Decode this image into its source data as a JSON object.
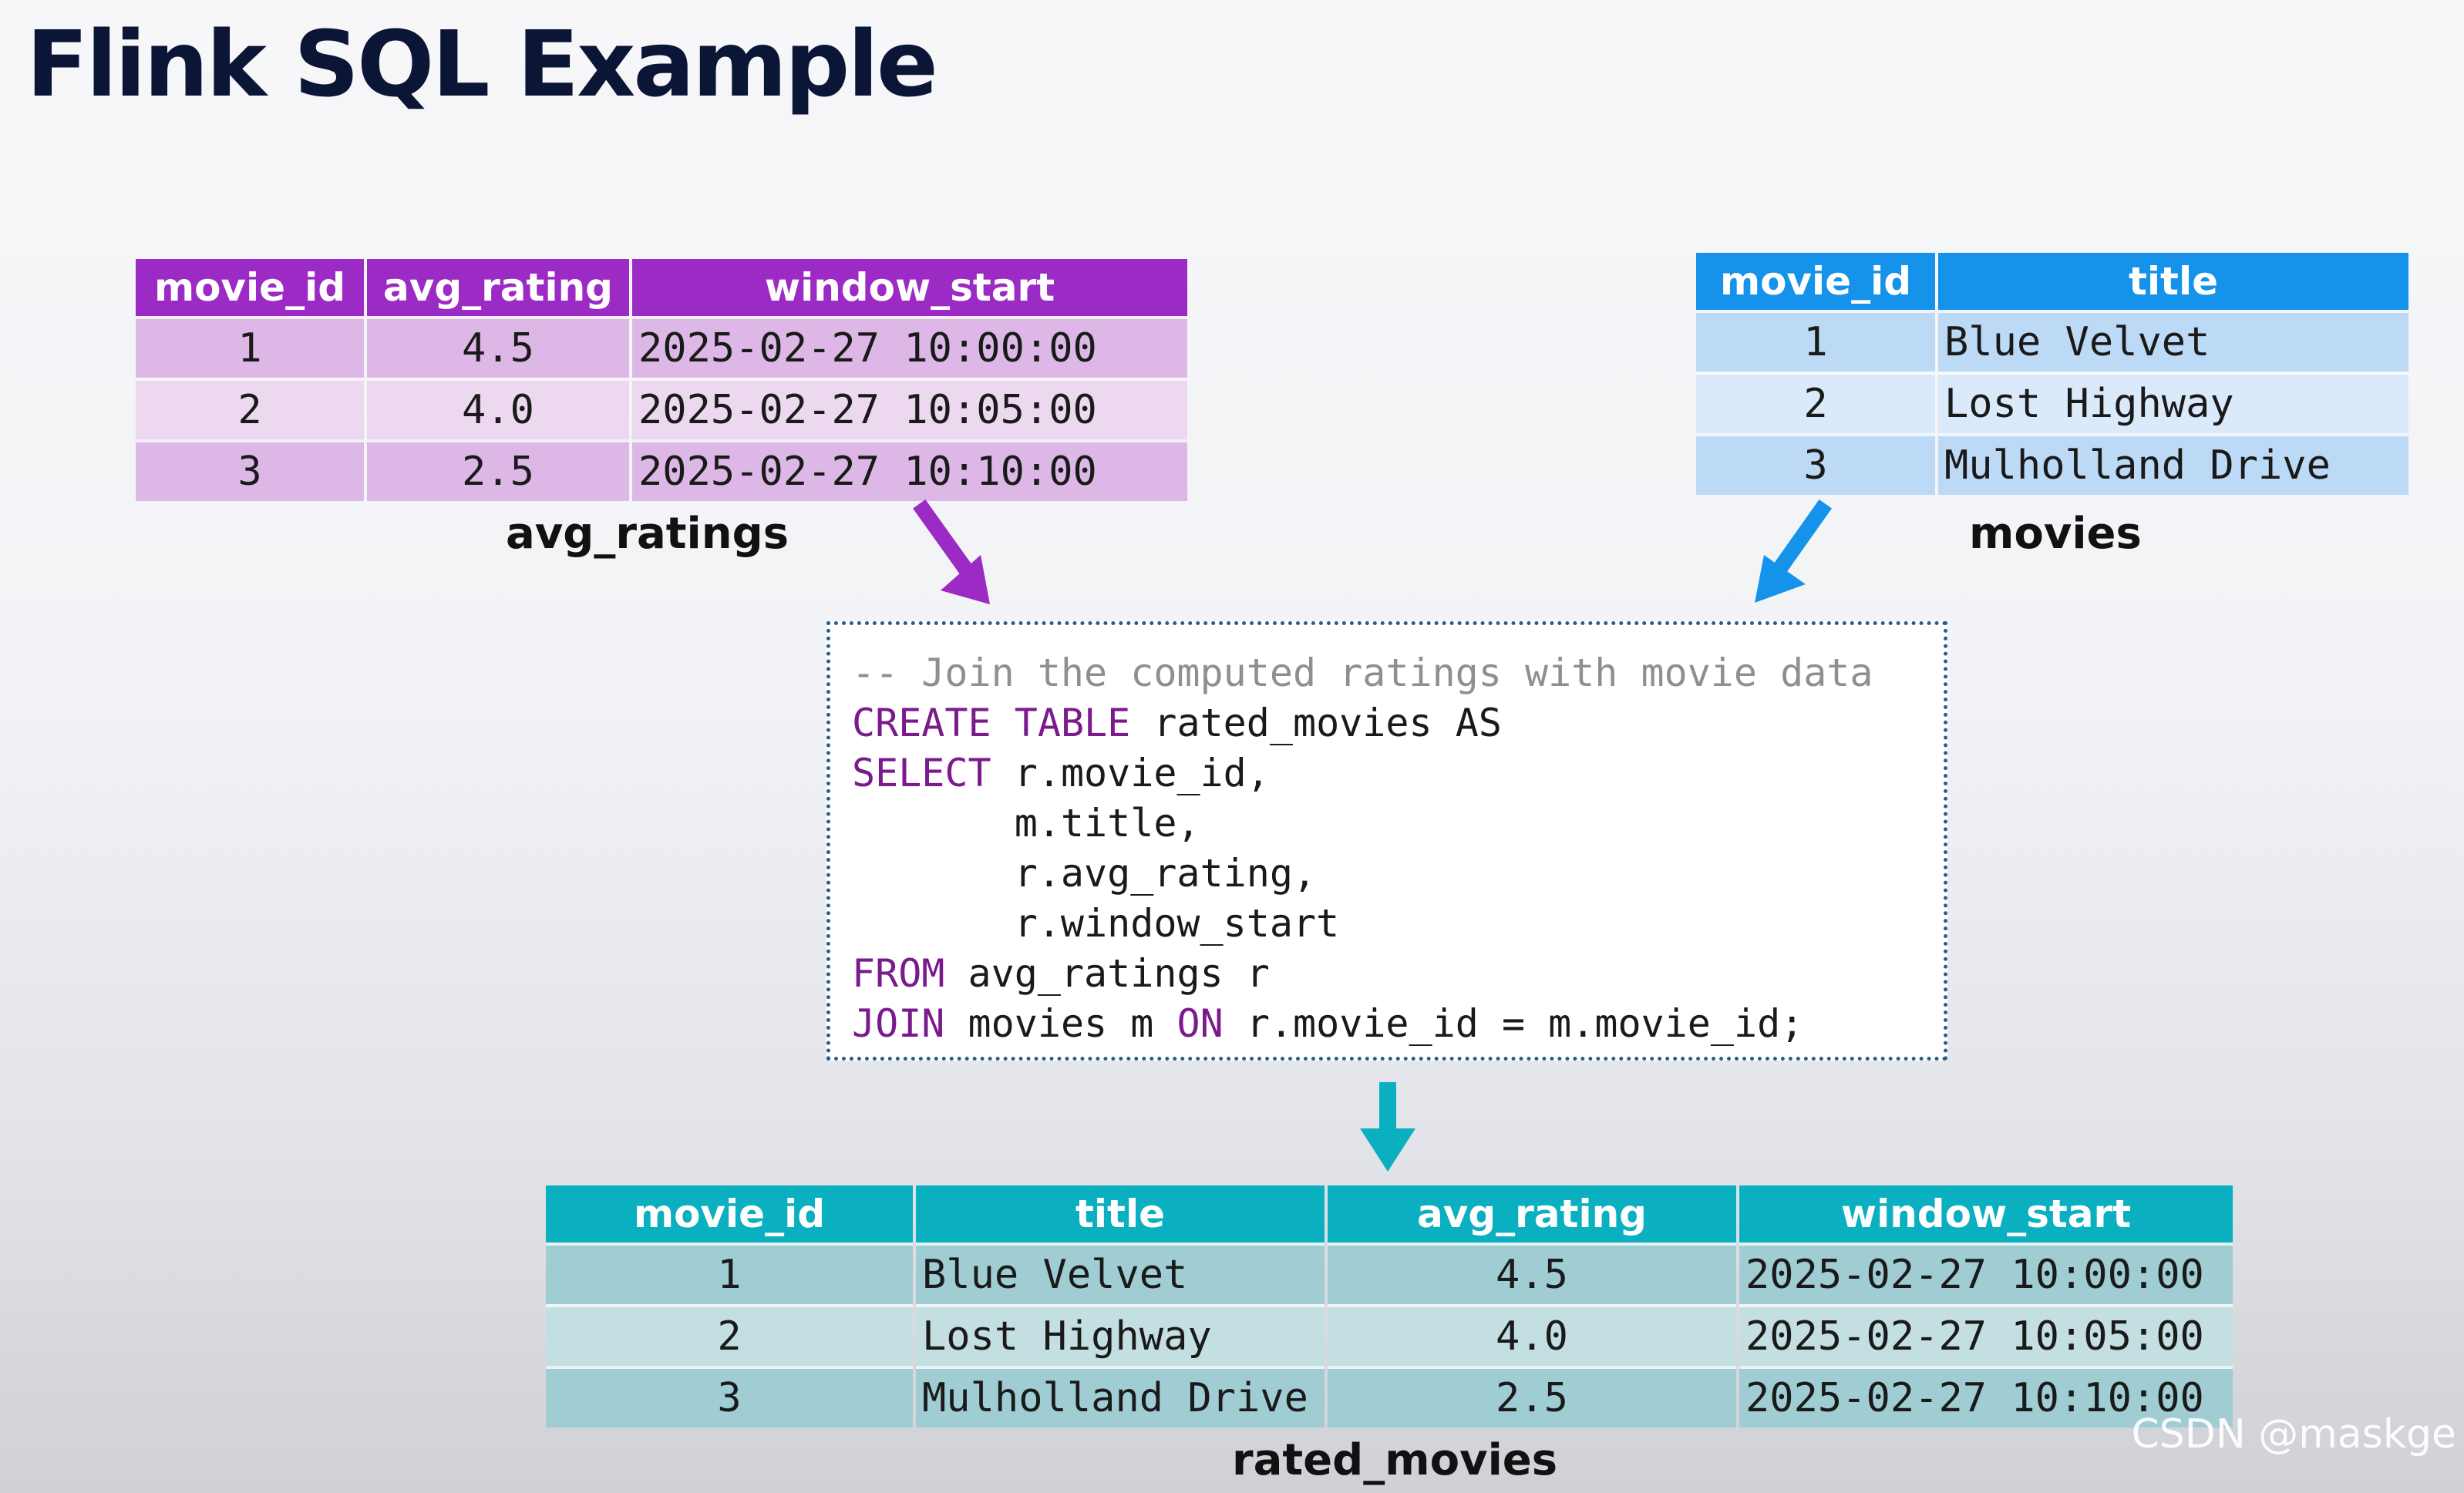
{
  "title": "Flink SQL Example",
  "avg_ratings": {
    "label": "avg_ratings",
    "color": "#9b2bc4",
    "headers": [
      "movie_id",
      "avg_rating",
      "window_start"
    ],
    "rows": [
      [
        "1",
        "4.5",
        "2025-02-27 10:00:00"
      ],
      [
        "2",
        "4.0",
        "2025-02-27 10:05:00"
      ],
      [
        "3",
        "2.5",
        "2025-02-27 10:10:00"
      ]
    ]
  },
  "movies": {
    "label": "movies",
    "color": "#1592ea",
    "headers": [
      "movie_id",
      "title"
    ],
    "rows": [
      [
        "1",
        "Blue Velvet"
      ],
      [
        "2",
        "Lost Highway"
      ],
      [
        "3",
        "Mulholland Drive"
      ]
    ]
  },
  "code": {
    "lines": [
      "-- Join the computed ratings with movie data",
      "CREATE TABLE rated_movies AS",
      "SELECT r.movie_id,",
      "       m.title,",
      "       r.avg_rating,",
      "       r.window_start",
      "FROM avg_ratings r",
      "JOIN movies m ON r.movie_id = m.movie_id;"
    ],
    "keywords": [
      "CREATE",
      "TABLE",
      "SELECT",
      "FROM",
      "JOIN",
      "ON"
    ],
    "keyword_color": "#7a1a8c",
    "comment_color": "#8f8f8f"
  },
  "rated_movies": {
    "label": "rated_movies",
    "color": "#0aafc0",
    "headers": [
      "movie_id",
      "title",
      "avg_rating",
      "window_start"
    ],
    "rows": [
      [
        "1",
        "Blue Velvet",
        "4.5",
        "2025-02-27 10:00:00"
      ],
      [
        "2",
        "Lost Highway",
        "4.0",
        "2025-02-27 10:05:00"
      ],
      [
        "3",
        "Mulholland Drive",
        "2.5",
        "2025-02-27 10:10:00"
      ]
    ]
  },
  "watermark": "CSDN @maskge"
}
